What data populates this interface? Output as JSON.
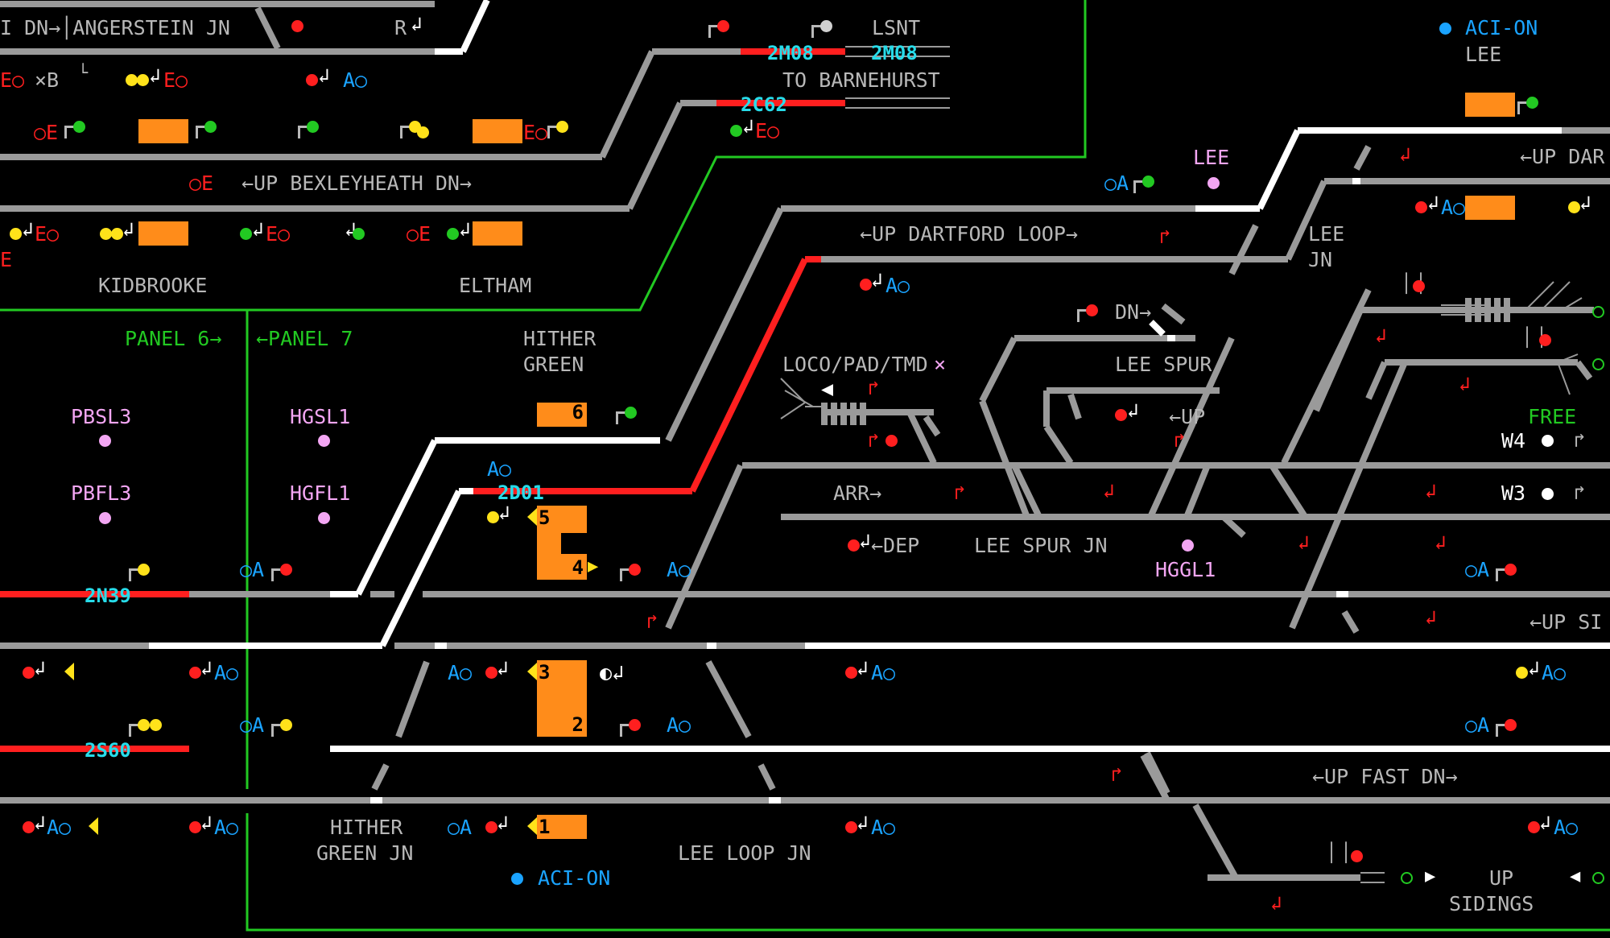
{
  "colors": {
    "background": "#000000",
    "track_unoccupied": "#9a9a9a",
    "route_set": "#ffffff",
    "track_occupied": "#ff1f1f",
    "panel_boundary": "#22c922",
    "berth_text": "#27dcea",
    "auto_text": "#1aa3ff",
    "point_box": "#ff8c1a",
    "signal_red": "#ff1f1f",
    "signal_green": "#22c922",
    "signal_yellow": "#ffe21a",
    "location_label": "#b8b8b8",
    "panel_label": "#22c922",
    "release_label": "#f3a6f3"
  },
  "labels": {
    "dn_angerstein": "I DN→│ANGERSTEIN JN",
    "r_mark": "R",
    "lsnt": "LSNT",
    "to_barnehurst": "TO BARNEHURST",
    "aci_on_top": "ACI-ON",
    "lee_top": "LEE",
    "lee_release": "LEE",
    "xb": "×B",
    "up_bexleyheath": "←UP BEXLEYHEATH DN→",
    "up_dartford_right": "←UP DAR",
    "up_dartford_loop": "←UP DARTFORD LOOP→",
    "lee_jn_1": "LEE",
    "lee_jn_2": "JN",
    "kidbrooke": "KIDBROOKE",
    "eltham": "ELTHAM",
    "panel_6": "PANEL 6→",
    "panel_7": "←PANEL 7",
    "hither_green_1": "HITHER",
    "hither_green_2": "GREEN",
    "dn_arrow": "DN→",
    "lee_spur": "LEE SPUR",
    "loco_pad_tmd": "LOCO/PAD/TMD",
    "loco_mark": "×",
    "up_arrow": "←UP",
    "free": "FREE",
    "w4": "W4",
    "w3": "W3",
    "arr": "ARR→",
    "dep": "←DEP",
    "lee_spur_jn": "LEE SPUR JN",
    "hggl1": "HGGL1",
    "pbsl3": "PBSL3",
    "hgsl1": "HGSL1",
    "pbfl3": "PBFL3",
    "hgfl1": "HGFL1",
    "up_s_right": "←UP SI",
    "up_fast": "←UP FAST DN→",
    "hither_green_jn_1": "HITHER",
    "hither_green_jn_2": "GREEN JN",
    "lee_loop_jn": "LEE LOOP JN",
    "aci_on_bottom": "ACI-ON",
    "up_sidings_1": "UP",
    "up_sidings_2": "SIDINGS",
    "ao": "A○",
    "oa": "○A",
    "oe": "○E",
    "eo": "E○",
    "e_edge": "E"
  },
  "berths": {
    "b_2m08_a": "2M08",
    "b_2m08_b": "2M08",
    "b_2c62": "2C62",
    "b_2d01": "2D01",
    "b_2n39": "2N39",
    "b_2s60": "2S60"
  },
  "points": {
    "p6": "6",
    "p5": "5",
    "p4": "4",
    "p3": "3",
    "p2": "2",
    "p1": "1"
  }
}
